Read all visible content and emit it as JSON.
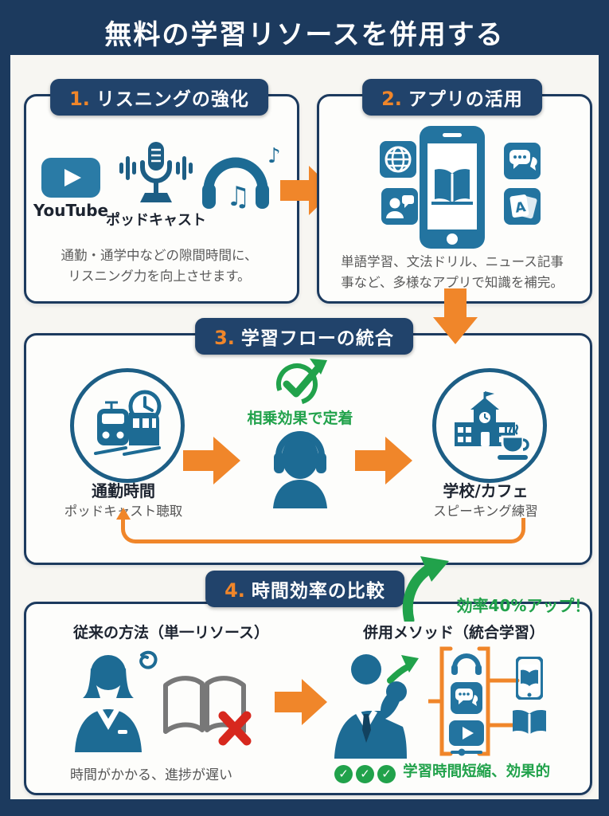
{
  "title": "無料の学習リソースを併用する",
  "colors": {
    "navy_bg": "#1c3a5e",
    "badge_navy": "#21436b",
    "accent_orange": "#f0862a",
    "icon_teal": "#2374a0",
    "accent_green": "#21a24b",
    "error_red": "#d7281e"
  },
  "sections": {
    "listening": {
      "number": "1.",
      "title": "リスニングの強化",
      "youtube_label": "YouTube",
      "podcast_label": "ポッドキャスト",
      "desc1": "通勤・通学中などの隙間時間に、",
      "desc2": "リスニング力を向上させます。"
    },
    "apps": {
      "number": "2.",
      "title": "アプリの活用",
      "desc1": "単語学習、文法ドリル、ニュース記事",
      "desc2": "事など、多様なアプリで知識を補完。",
      "flashcard_letter": "A"
    },
    "flow": {
      "number": "3.",
      "title": "学習フローの統合",
      "synergy_label": "相乗効果で定着",
      "commute_title": "通勤時間",
      "commute_subtitle": "ポッドキャスト聴取",
      "school_title": "学校/カフェ",
      "school_subtitle": "スピーキング練習"
    },
    "compare": {
      "number": "4.",
      "title": "時間効率の比較",
      "boost_label": "効率40%アップ！",
      "old_title": "従来の方法（単一リソース）",
      "old_caption": "時間がかかる、進捗が遅い",
      "new_title": "併用メソッド（統合学習）",
      "new_caption": "学習時間短縮、効果的",
      "check_glyph": "✓"
    },
    "music_note_double": "♫",
    "music_note_single": "♪"
  }
}
